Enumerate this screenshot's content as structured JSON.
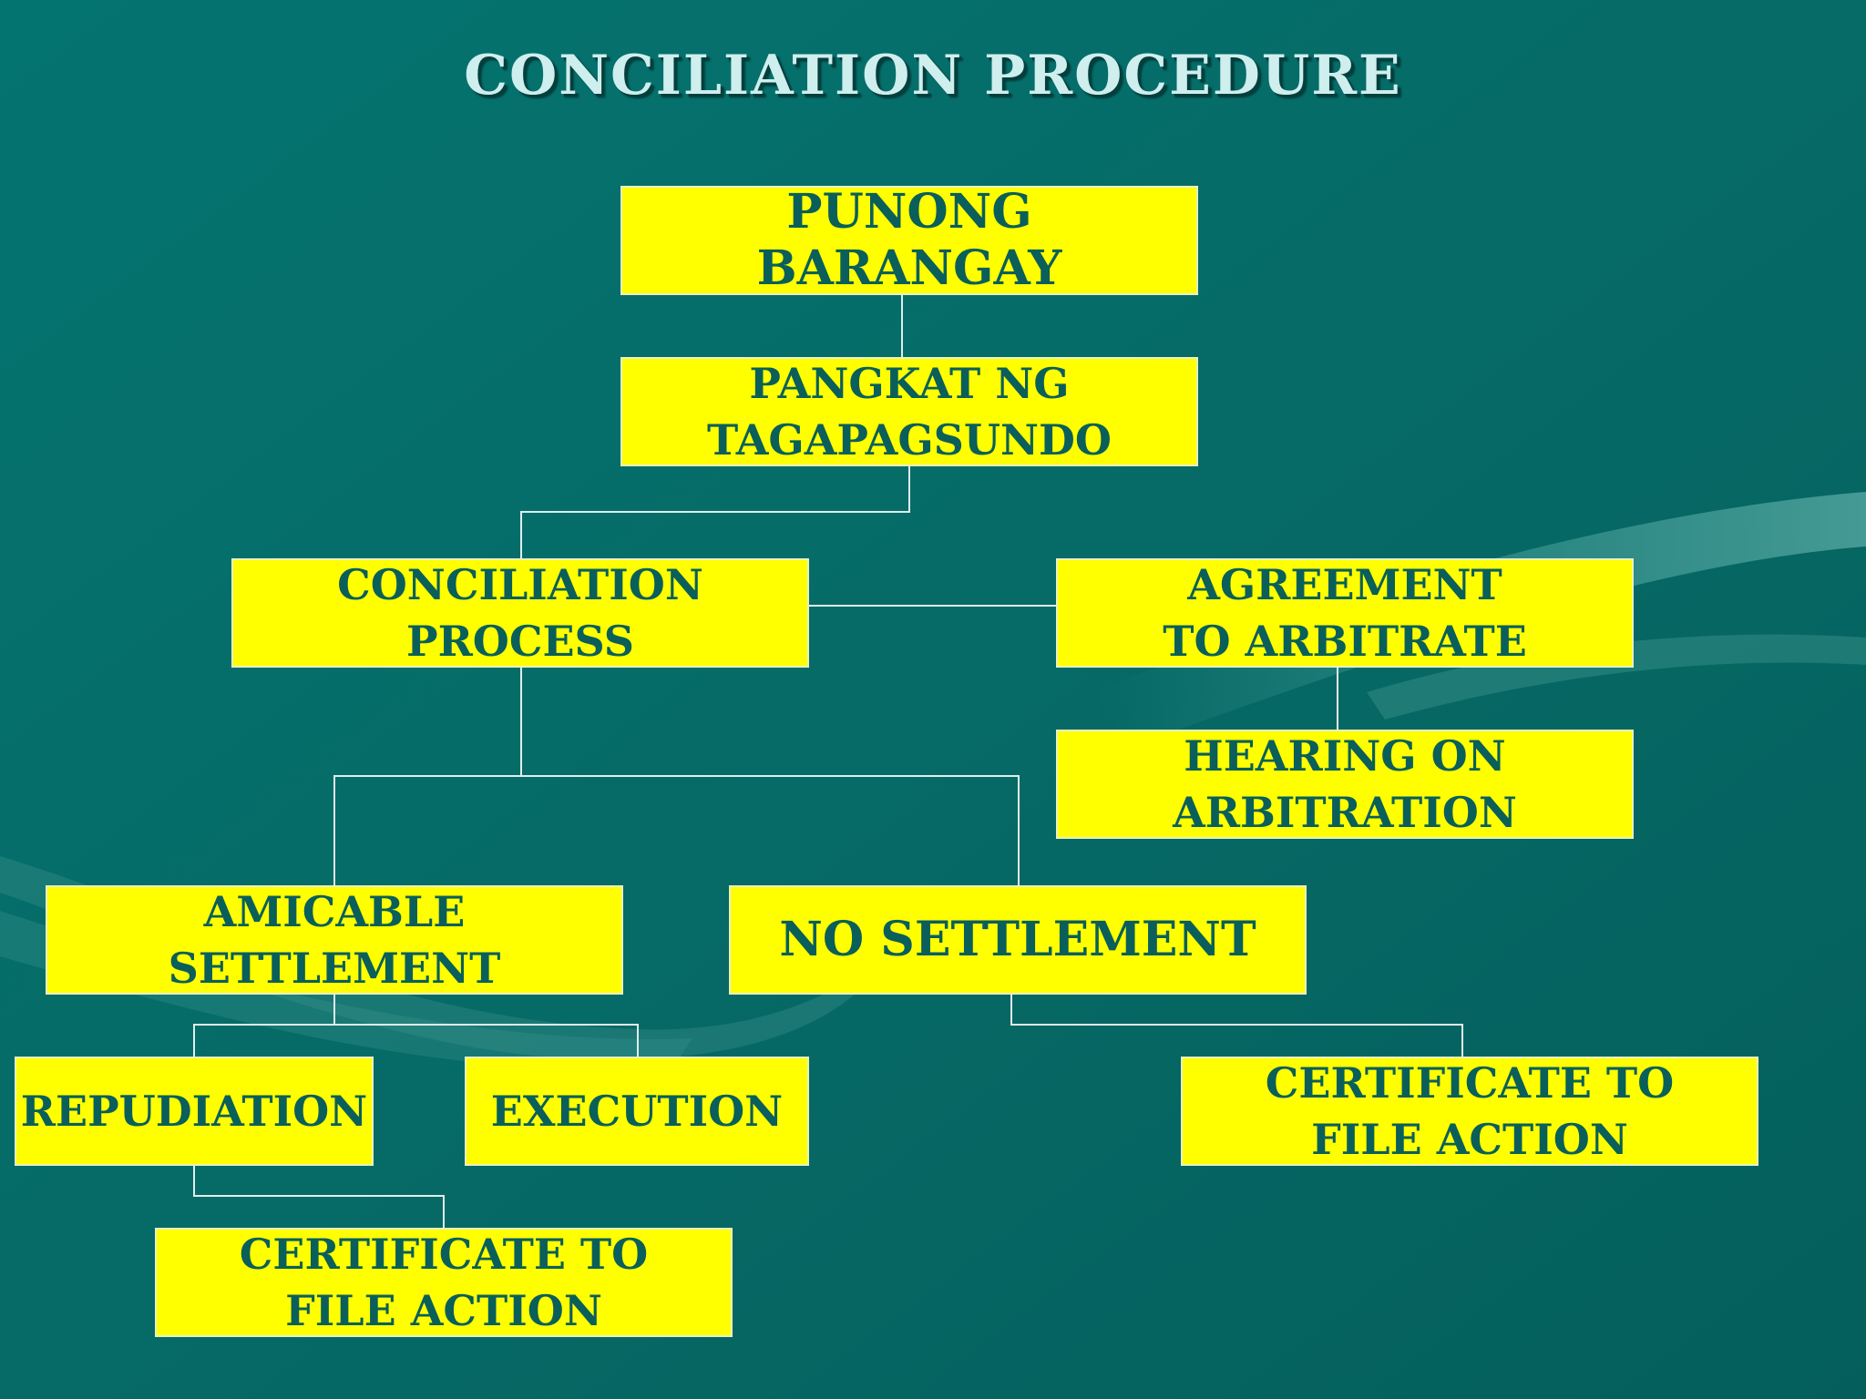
{
  "slide": {
    "title": "CONCILIATION PROCEDURE"
  },
  "nodes": {
    "punong_barangay": "PUNONG BARANGAY",
    "pangkat": "PANGKAT NG\nTAGAPAGSUNDO",
    "conciliation_process": "CONCILIATION\nPROCESS",
    "agreement_to_arbitrate": "AGREEMENT\nTO ARBITRATE",
    "hearing_on_arbitration": "HEARING ON\nARBITRATION",
    "amicable_settlement": "AMICABLE\nSETTLEMENT",
    "no_settlement": "NO SETTLEMENT",
    "repudiation": "REPUDIATION",
    "execution": "EXECUTION",
    "certificate_left": "CERTIFICATE TO\nFILE ACTION",
    "certificate_right": "CERTIFICATE TO\nFILE ACTION"
  },
  "colors": {
    "background": "#056c68",
    "box_fill": "#ffff00",
    "box_text": "#0a5f5a",
    "connector": "#dfeeee",
    "title_text": "#cfeeee"
  }
}
